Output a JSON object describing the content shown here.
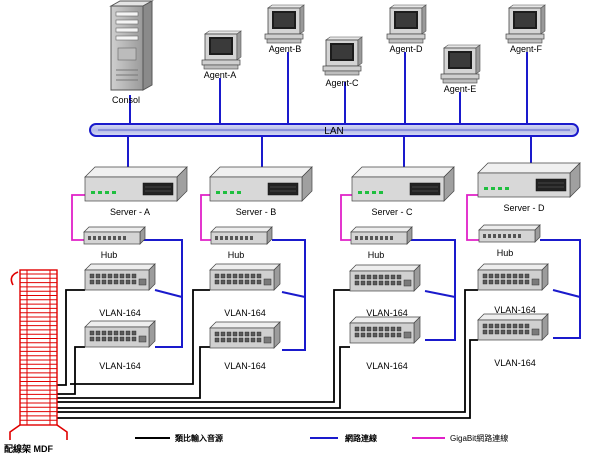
{
  "console": {
    "label": "Consol"
  },
  "agents": [
    {
      "label": "Agent-A"
    },
    {
      "label": "Agent-B"
    },
    {
      "label": "Agent-C"
    },
    {
      "label": "Agent-D"
    },
    {
      "label": "Agent-E"
    },
    {
      "label": "Agent-F"
    }
  ],
  "lan": {
    "label": "LAN"
  },
  "servers": [
    {
      "label": "Server - A",
      "hub": "Hub",
      "vlans": [
        "VLAN-164",
        "VLAN-164"
      ]
    },
    {
      "label": "Server - B",
      "hub": "Hub",
      "vlans": [
        "VLAN-164",
        "VLAN-164"
      ]
    },
    {
      "label": "Server - C",
      "hub": "Hub",
      "vlans": [
        "VLAN-164",
        "VLAN-164"
      ]
    },
    {
      "label": "Server - D",
      "hub": "Hub",
      "vlans": [
        "VLAN-164",
        "VLAN-164"
      ]
    }
  ],
  "mdf": {
    "label": "配線架 MDF"
  },
  "legend": [
    {
      "label": "類比輸入音源",
      "color": "#000000"
    },
    {
      "label": "網路連線",
      "color": "#1a1acc"
    },
    {
      "label": "GigaBit網路連線",
      "color": "#e020c8"
    }
  ]
}
